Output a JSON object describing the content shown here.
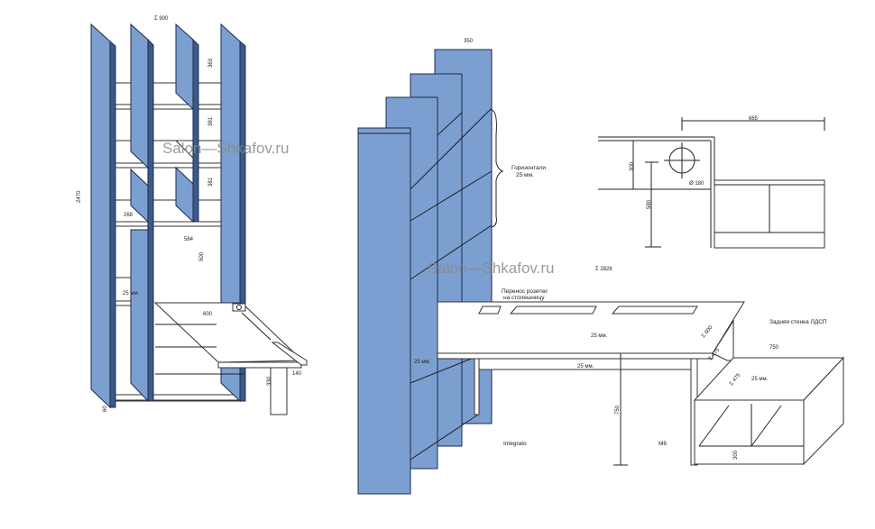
{
  "watermark": "Salon—Shkafov.ru",
  "left_unit": {
    "total_width": "Σ 900",
    "height": "2470",
    "top_shelf": "363",
    "shelf_2": "381",
    "shelf_3": "381",
    "cell_width": "268",
    "opening_width": "584",
    "opening_height": "500",
    "shelf_thickness": "25 мм.",
    "desk_depth": "600",
    "desk_lip": "140",
    "desk_leg": "330",
    "plinth": "60"
  },
  "right_unit": {
    "panel_depth": "350",
    "total_length": "Σ 2828",
    "horizontals_note": "Горизонтали\n25 мм.",
    "socket_note": "Перенос розетки\nна столешницу",
    "desk_thickness": "25 мм.",
    "apron_thickness": "25 мм.",
    "side_shelf_thickness": "25 мм.",
    "desk_height": "750",
    "corner_depth": "Σ 600",
    "corner_1": "Σ 475",
    "corner_2": "Σ 475",
    "cabinet_top": "25 мм.",
    "back_wall_note": "Задняя стенка ЛДСП",
    "cabinet_width": "750",
    "cabinet_plinth": "300",
    "brand_left": "Integrato",
    "brand_right": "M6"
  },
  "detail_view": {
    "width": "665",
    "hole_height": "300",
    "hole_offset": "580",
    "hole_diameter": "Ø 180"
  }
}
